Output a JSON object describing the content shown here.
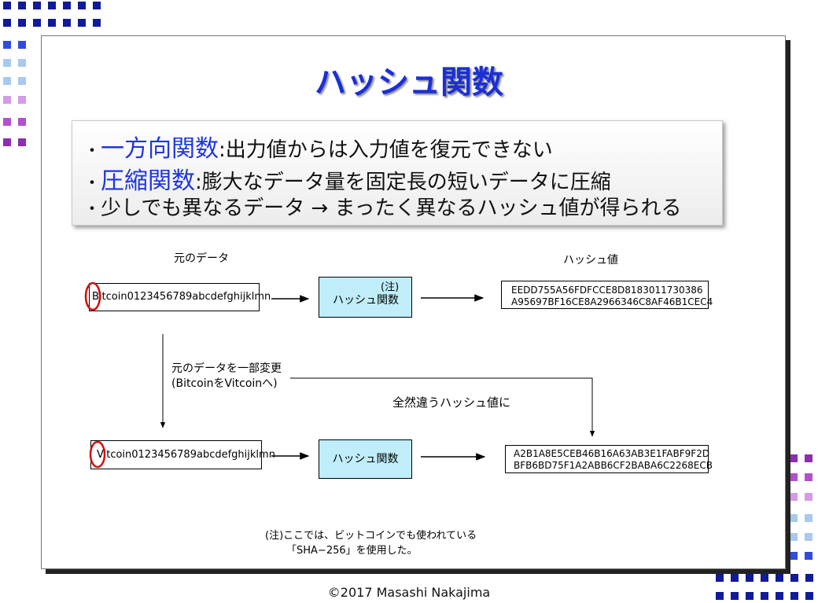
{
  "title": "ハッシュ関数",
  "bullets": [
    {
      "key": "一方向関数",
      "text": ":出力値からは入力値を復元できない"
    },
    {
      "key": "圧縮関数",
      "text": ":膨大なデータ量を固定長の短いデータに圧縮"
    },
    {
      "key": "",
      "text": "少しでも異なるデータ → まったく異なるハッシュ値が得られる"
    }
  ],
  "bullet_mark": "・",
  "diagram": {
    "original_data_label": "元のデータ",
    "hash_value_label": "ハッシュ値",
    "input1": "Bitcoin0123456789abcdefghijklmn",
    "input2": "Vitcoin0123456789abcdefghijklmn",
    "hash_function": "ハッシュ関数",
    "note_mark": "(注)",
    "hash1_line1": "EEDD755A56FDFCCE8D8183011730386",
    "hash1_line2": "A95697BF16CE8A2966346C8AF46B1CEC4",
    "hash2_line1": "A2B1A8E5CEB46B16A63AB3E1FABF9F2D",
    "hash2_line2": "BFB6BD75F1A2ABB6CF2BABA6C2268ECB",
    "change_line1": "元のデータを一部変更",
    "change_line2": "(BitcoinをVitcoinへ)",
    "different_hash": "全然違うハッシュ値に"
  },
  "footnote_line1": "(注)ここでは、ビットコインでも使われている",
  "footnote_line2": "「SHA−256」を使用した。",
  "credit": "©2017 Masashi Nakajima",
  "colors": {
    "accent_blue": "#1f35e0",
    "hash_box_fill": "#bfeefa",
    "highlight_red": "#d01010",
    "corner_navy": "#101a9a",
    "corner_blue": "#2f4be0",
    "corner_lightblue": "#a8c8f0",
    "corner_pink": "#d59ae8",
    "corner_purple": "#8a2fb0"
  }
}
